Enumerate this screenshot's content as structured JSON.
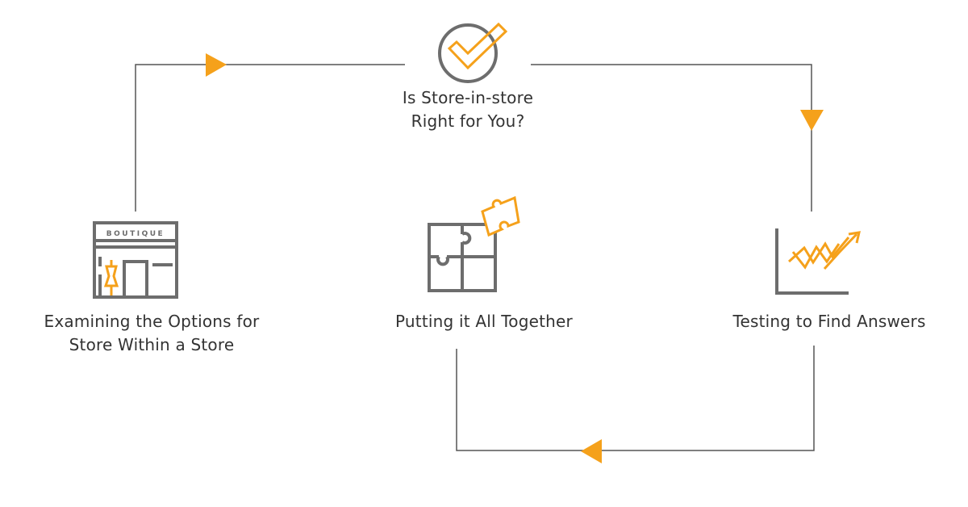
{
  "colors": {
    "accent": "#F5A11B",
    "line": "#555555",
    "icon_gray": "#6D6D6D",
    "text": "#333333"
  },
  "steps": [
    {
      "id": "check",
      "icon": "checkmark-circle-icon",
      "lines": [
        "Is Store-in-store",
        "Right for You?"
      ]
    },
    {
      "id": "testing",
      "icon": "trend-chart-icon",
      "lines": [
        "Testing to Find Answers"
      ]
    },
    {
      "id": "together",
      "icon": "puzzle-icon",
      "lines": [
        "Putting it All Together"
      ]
    },
    {
      "id": "options",
      "icon": "boutique-storefront-icon",
      "lines": [
        "Examining the Options for",
        "Store Within a Store"
      ]
    }
  ],
  "boutique_sign": "BOUTIQUE",
  "arrows": [
    "right",
    "down",
    "left"
  ]
}
